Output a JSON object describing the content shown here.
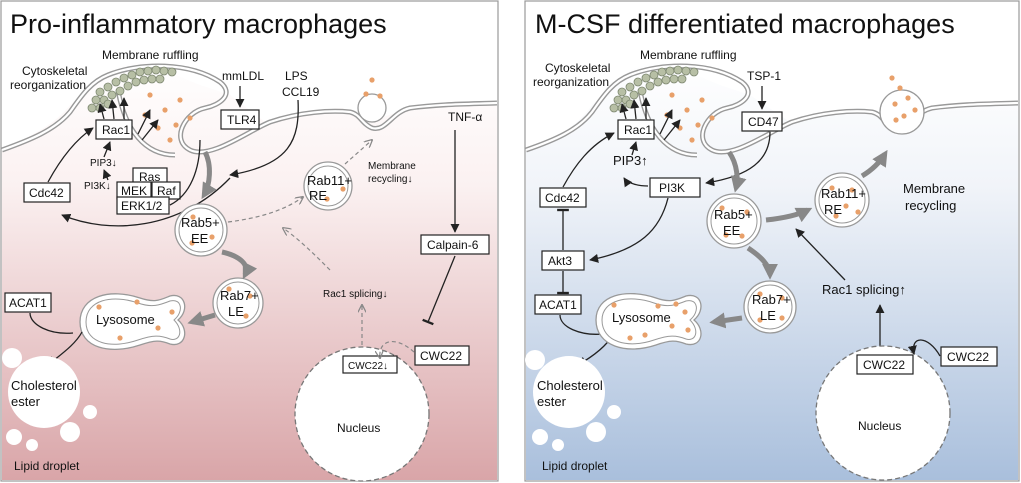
{
  "colors": {
    "left_bg_bottom": "#d9a5a8",
    "right_bg_bottom": "#a9bfdc",
    "dot": "#e8a06a",
    "filament": "#b7bfa5"
  },
  "left": {
    "title": "Pro-inflammatory macrophages",
    "membrane_ruffling": "Membrane ruffling",
    "cyto_1": "Cytoskeletal",
    "cyto_2": "reorganization",
    "mmldl": "mmLDL",
    "lps": "LPS",
    "ccl19": "CCL19",
    "tlr4": "TLR4",
    "tnf": "TNF-α",
    "rac1": "Rac1",
    "pip3": "PIP3↓",
    "pi3k": "PI3K↓",
    "ras": "Ras",
    "mek": "MEK",
    "raf": "Raf",
    "erk": "ERK1/2",
    "cdc42": "Cdc42",
    "rab11_1": "Rab11+",
    "rab11_2": "RE",
    "mem_rec_1": "Membrane",
    "mem_rec_2": "recycling↓",
    "rab5_1": "Rab5+",
    "rab5_2": "EE",
    "calpain": "Calpain-6",
    "rab7_1": "Rab7+",
    "rab7_2": "LE",
    "rac1_splicing": "Rac1 splicing↓",
    "acat1": "ACAT1",
    "lysosome": "Lysosome",
    "chol_1": "Cholesterol",
    "chol_2": "ester",
    "cwc22_in": "CWC22↓",
    "cwc22_out": "CWC22",
    "nucleus": "Nucleus",
    "lipid_droplet": "Lipid droplet"
  },
  "right": {
    "title": "M-CSF differentiated macrophages",
    "membrane_ruffling": "Membrane ruffling",
    "cyto_1": "Cytoskeletal",
    "cyto_2": "reorganization",
    "tsp1": "TSP-1",
    "cd47": "CD47",
    "rac1": "Rac1",
    "pip3": "PIP3↑",
    "pi3k": "PI3K",
    "cdc42": "Cdc42",
    "akt3": "Akt3",
    "rab11_1": "Rab11+",
    "rab11_2": "RE",
    "mem_rec_1": "Membrane",
    "mem_rec_2": "recycling",
    "rab5_1": "Rab5+",
    "rab5_2": "EE",
    "rab7_1": "Rab7+",
    "rab7_2": "LE",
    "rac1_splicing": "Rac1 splicing↑",
    "acat1": "ACAT1",
    "lysosome": "Lysosome",
    "chol_1": "Cholesterol",
    "chol_2": "ester",
    "cwc22_in": "CWC22",
    "cwc22_out": "CWC22",
    "nucleus": "Nucleus",
    "lipid_droplet": "Lipid droplet"
  }
}
